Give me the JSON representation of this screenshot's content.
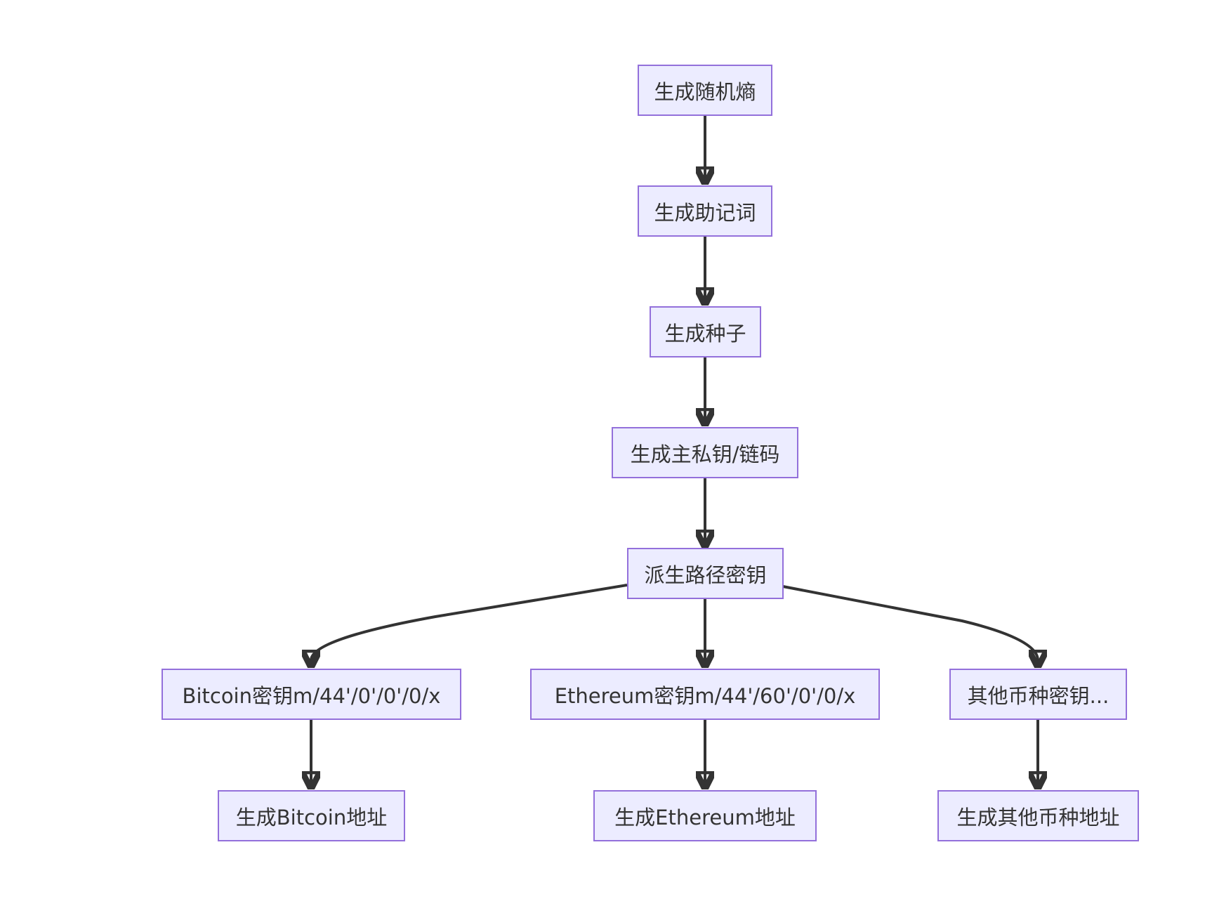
{
  "diagram": {
    "type": "flowchart",
    "direction": "top-down",
    "colors": {
      "node_fill": "#ECECFF",
      "node_border": "#9370DB",
      "text": "#333333",
      "edge": "#333333",
      "background": "#FFFFFF"
    },
    "nodes": {
      "entropy": "生成随机熵",
      "mnemonic": "生成助记词",
      "seed": "生成种子",
      "master": "生成主私钥/链码",
      "derive": "派生路径密钥",
      "btc_key": "Bitcoin密钥m/44'/0'/0'/0/x",
      "eth_key": "Ethereum密钥m/44'/60'/0'/0/x",
      "other_key": "其他币种密钥...",
      "btc_addr": "生成Bitcoin地址",
      "eth_addr": "生成Ethereum地址",
      "other_addr": "生成其他币种地址"
    },
    "edges": [
      {
        "from": "entropy",
        "to": "mnemonic"
      },
      {
        "from": "mnemonic",
        "to": "seed"
      },
      {
        "from": "seed",
        "to": "master"
      },
      {
        "from": "master",
        "to": "derive"
      },
      {
        "from": "derive",
        "to": "btc_key"
      },
      {
        "from": "derive",
        "to": "eth_key"
      },
      {
        "from": "derive",
        "to": "other_key"
      },
      {
        "from": "btc_key",
        "to": "btc_addr"
      },
      {
        "from": "eth_key",
        "to": "eth_addr"
      },
      {
        "from": "other_key",
        "to": "other_addr"
      }
    ]
  }
}
